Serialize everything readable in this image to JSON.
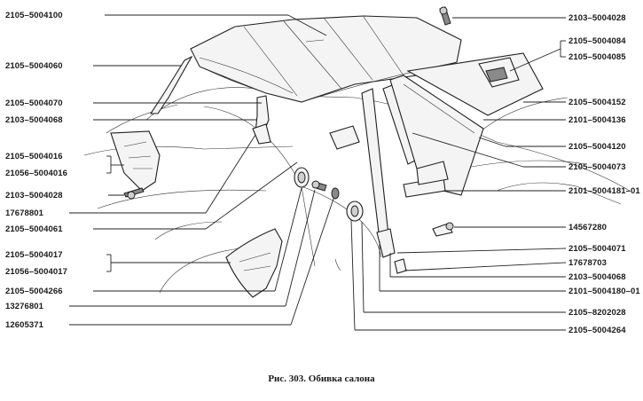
{
  "caption": "Рис. 303. Обивка салона",
  "labels": [
    {
      "id": "l1",
      "text": "2105–5004100"
    },
    {
      "id": "l2",
      "text": "2105–5004060"
    },
    {
      "id": "l3",
      "text": "2105–5004070"
    },
    {
      "id": "l4",
      "text": "2103–5004068"
    },
    {
      "id": "l5",
      "text": "2105–5004016"
    },
    {
      "id": "l6",
      "text": "21056–5004016"
    },
    {
      "id": "l7",
      "text": "2103–5004028"
    },
    {
      "id": "l8",
      "text": "17678801"
    },
    {
      "id": "l9",
      "text": "2105–5004061"
    },
    {
      "id": "l10",
      "text": "2105–5004017"
    },
    {
      "id": "l11",
      "text": "21056–5004017"
    },
    {
      "id": "l12",
      "text": "2105–5004266"
    },
    {
      "id": "l13",
      "text": "13276801"
    },
    {
      "id": "l14",
      "text": "12605371"
    },
    {
      "id": "r1",
      "text": "2103–5004028"
    },
    {
      "id": "r2",
      "text": "2105–5004084"
    },
    {
      "id": "r3",
      "text": "2105–5004085"
    },
    {
      "id": "r4",
      "text": "2105–5004152"
    },
    {
      "id": "r5",
      "text": "2101–5004136"
    },
    {
      "id": "r6",
      "text": "2105–5004120"
    },
    {
      "id": "r7",
      "text": "2105–5004073"
    },
    {
      "id": "r8",
      "text": "2101–5004181–01"
    },
    {
      "id": "r9",
      "text": "14567280"
    },
    {
      "id": "r10",
      "text": "2105–5004071"
    },
    {
      "id": "r11",
      "text": "17678703"
    },
    {
      "id": "r12",
      "text": "2103–5004068"
    },
    {
      "id": "r13",
      "text": "2101–5004180–01"
    },
    {
      "id": "r14",
      "text": "2105–8202028"
    },
    {
      "id": "r15",
      "text": "2105–5004264"
    }
  ]
}
